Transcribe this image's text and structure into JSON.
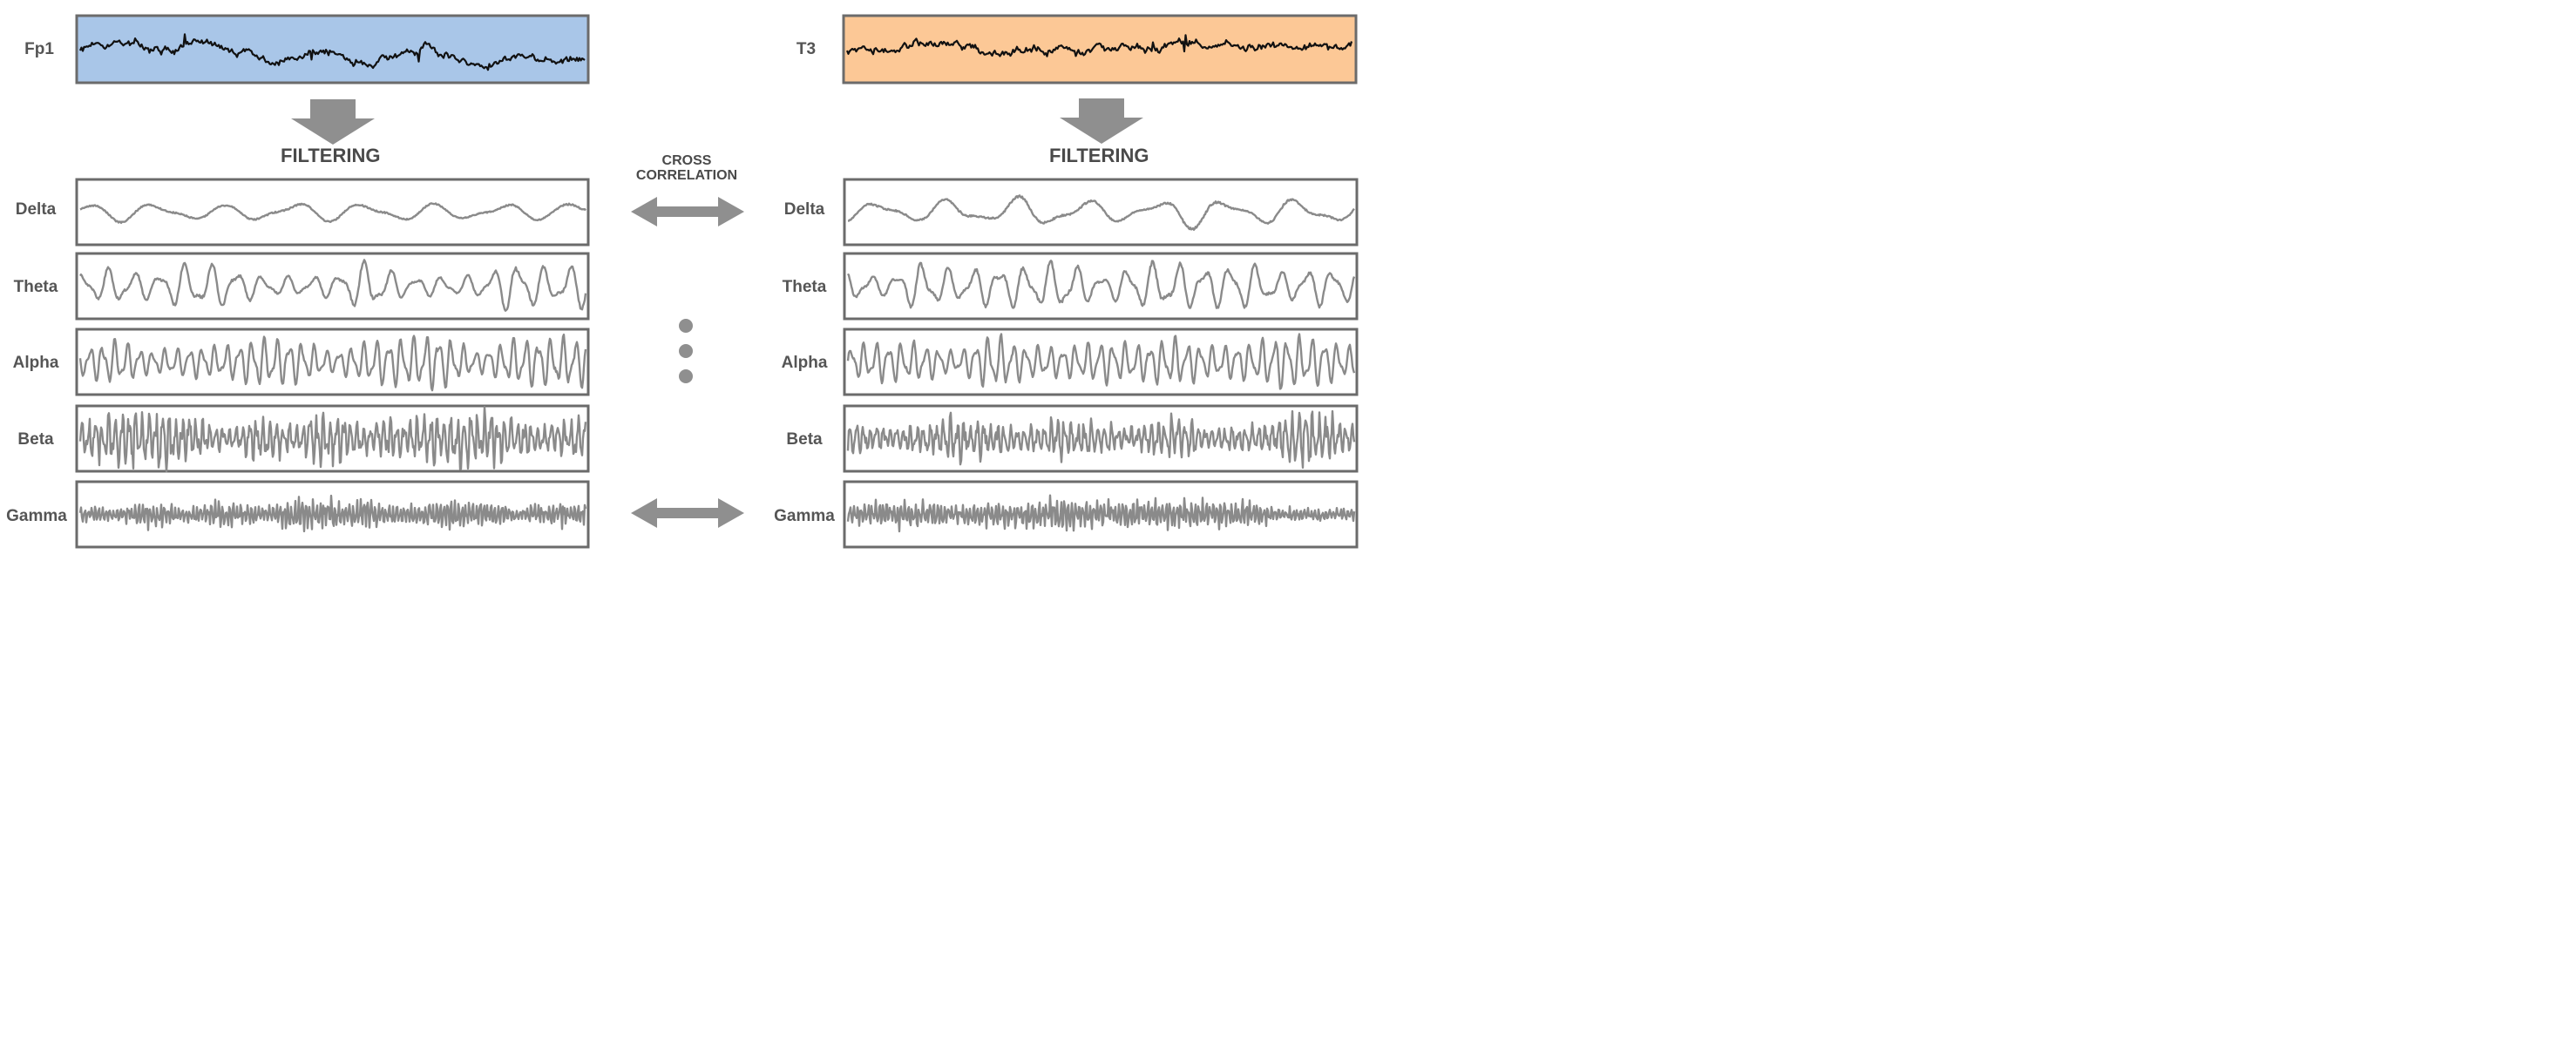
{
  "left_channel": {
    "name": "Fp1",
    "raw_fill": "#a9c6e8",
    "filter_label": "FILTERING",
    "bands": [
      "Delta",
      "Theta",
      "Alpha",
      "Beta",
      "Gamma"
    ]
  },
  "right_channel": {
    "name": "T3",
    "raw_fill": "#fcc896",
    "filter_label": "FILTERING",
    "bands": [
      "Delta",
      "Theta",
      "Alpha",
      "Beta",
      "Gamma"
    ]
  },
  "center": {
    "label_line1": "CROSS",
    "label_line2": "CORRELATION"
  },
  "colors": {
    "raw_trace": "#111111",
    "band_trace": "#8a8a8a",
    "box_border": "#6b6b6b",
    "arrow": "#8f8f8f",
    "dots": "#8f8f8f"
  }
}
